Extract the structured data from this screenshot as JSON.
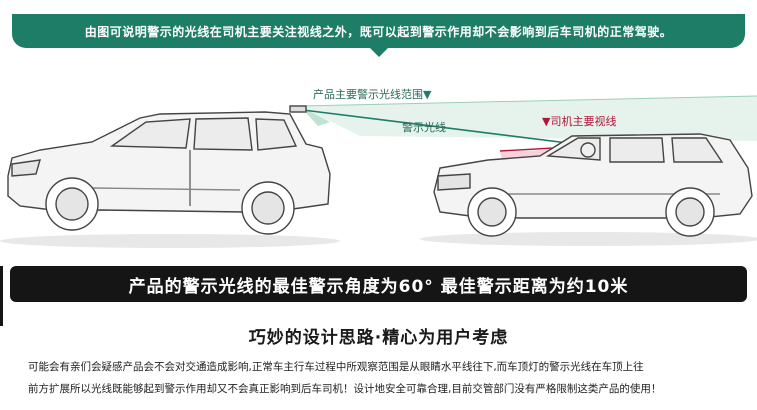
{
  "top_banner": {
    "text": "由图可说明警示的光线在司机主要关注视线之外，既可以起到警示作用却不会影响到后车司机的正常驾驶。",
    "color": "#1d7d66"
  },
  "diagram": {
    "label_range": "产品主要警示光线范围",
    "label_range_marker": "▼",
    "label_warning": "警示光线",
    "label_driver": "司机主要视线",
    "label_driver_marker": "▼",
    "warning_color": "#1d7d66",
    "driver_color": "#b0163a"
  },
  "black_banner": {
    "text": "产品的警示光线的最佳警示角度为60° 最佳警示距离为约10米"
  },
  "section": {
    "title": "巧妙的设计思路·精心为用户考虑",
    "lines": [
      "可能会有亲们会疑感产品会不会对交通造成影响,正常车主行车过程中所观察范围是从眼睛水平线往下,而车顶灯的警示光线在车顶上往",
      "前方扩展所以光线既能够起到警示作用却又不会真正影响到后车司机！设计地安全可靠合理,目前交管部门没有严格限制这类产品的使用！"
    ]
  }
}
